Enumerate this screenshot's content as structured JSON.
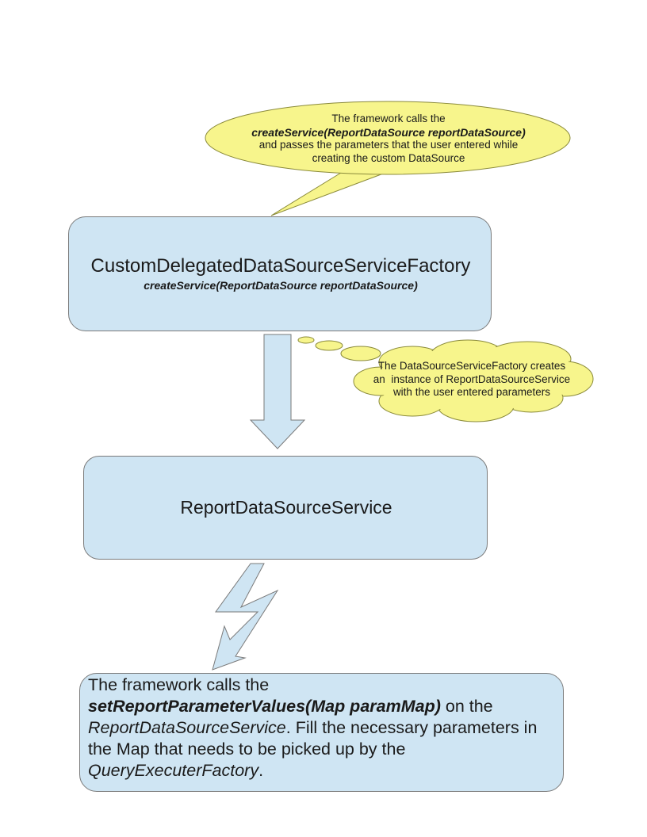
{
  "box_factory": {
    "title": "CustomDelegatedDataSourceServiceFactory",
    "method": "createService(ReportDataSource reportDataSource)"
  },
  "box_service": {
    "title": "ReportDataSourceService"
  },
  "box_framework": {
    "line1": "The framework calls the",
    "method": "setReportParameterValues(Map paramMap)",
    "after_method": " on the",
    "class_name": "ReportDataSourceService",
    "mid_text": ". Fill the necessary parameters in the Map that needs to be picked up by the ",
    "factory_name": "QueryExecuterFactory",
    "end": "."
  },
  "callout_oval": {
    "line1": "The framework calls the",
    "method": "createService(ReportDataSource reportDataSource)",
    "line3": "and passes the parameters that the user entered while",
    "line4": "creating the custom DataSource"
  },
  "callout_cloud": {
    "text": "The DataSourceServiceFactory creates\nan  instance of ReportDataSourceService\nwith the user entered parameters"
  },
  "colors": {
    "box_fill": "#cfe5f3",
    "callout_fill": "#f7f58c",
    "border": "#7a7a7a"
  }
}
